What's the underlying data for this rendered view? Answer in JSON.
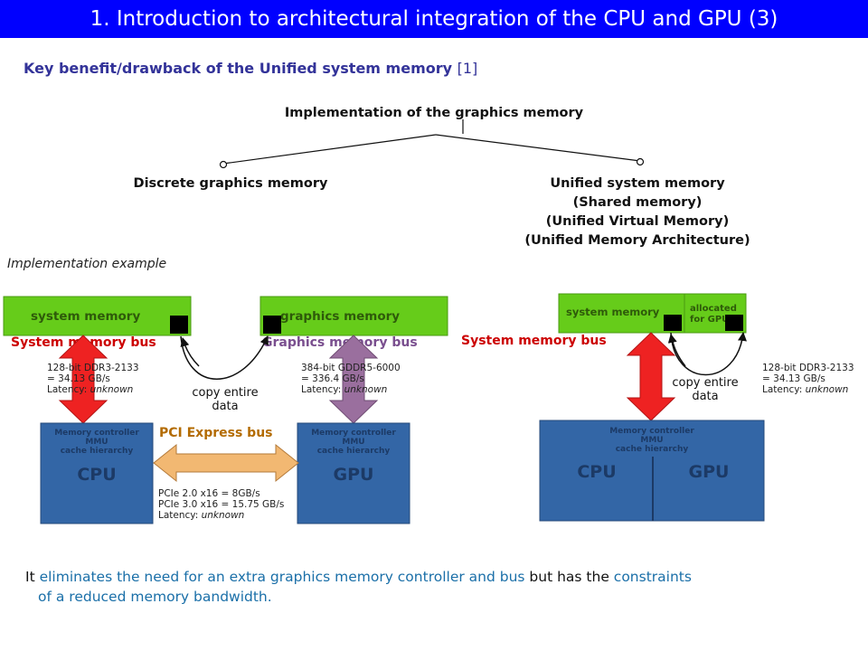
{
  "title": "1. Introduction to architectural integration of the CPU and GPU (3)",
  "subtitle": {
    "main": "Key benefit/drawback of the Unified system memory ",
    "ref": "[1]"
  },
  "tree": {
    "root": "Implementation of the graphics memory",
    "left": "Discrete graphics memory",
    "right": [
      "Unified system memory",
      "(Shared memory)",
      "(Unified Virtual Memory)",
      "(Unified Memory Architecture)"
    ]
  },
  "implementation_example": "Implementation example",
  "discrete": {
    "system_memory": "system memory",
    "graphics_memory": "graphics memory",
    "system_memory_bus": "System memory bus",
    "graphics_memory_bus": "Graphics memory bus",
    "sys_bus_specs": [
      "128-bit DDR3-2133",
      "= 34.13 GB/s",
      "Latency: ",
      "unknown"
    ],
    "gfx_bus_specs": [
      "384-bit GDDR5-6000",
      "= 336.4 GB/s",
      "Latency: ",
      "unknown"
    ],
    "copy_label": [
      "copy entire",
      "data"
    ],
    "pcie_bus": "PCI Express bus",
    "pcie_specs": [
      "PCIe 2.0 x16 = 8GB/s",
      "PCIe 3.0 x16 = 15.75 GB/s",
      "Latency: ",
      "unknown"
    ],
    "cpu_box": [
      "Memory controller",
      "MMU",
      "cache hierarchy"
    ],
    "cpu_label": "CPU",
    "gpu_box": [
      "Memory controller",
      "MMU",
      "cache hierarchy"
    ],
    "gpu_label": "GPU"
  },
  "unified": {
    "system_memory": "system memory",
    "allocated": [
      "allocated",
      "for GPU"
    ],
    "system_memory_bus": "System memory bus",
    "bus_specs": [
      "128-bit DDR3-2133",
      "= 34.13 GB/s",
      "Latency: ",
      "unknown"
    ],
    "copy_label": [
      "copy entire",
      "data"
    ],
    "box": [
      "Memory controller",
      "MMU",
      "cache hierarchy"
    ],
    "cpu_label": "CPU",
    "gpu_label": "GPU"
  },
  "bottom": {
    "p1": "It ",
    "p2": "eliminates the need for an extra graphics memory controller and bus",
    "p3": " but has the ",
    "p4": "constraints",
    "p5": "of a reduced memory bandwidth."
  },
  "colors": {
    "title_bg": "#0000ff",
    "memory_green": "#66cc1a",
    "box_blue": "#3366a6",
    "bus_red": "#ee2222",
    "bus_purple": "#9a6f9e",
    "pcie_orange": "#f2b872",
    "bus_label_red": "#cc0000",
    "bus_label_purple": "#7a4f8f",
    "pcie_label": "#b36b00"
  }
}
